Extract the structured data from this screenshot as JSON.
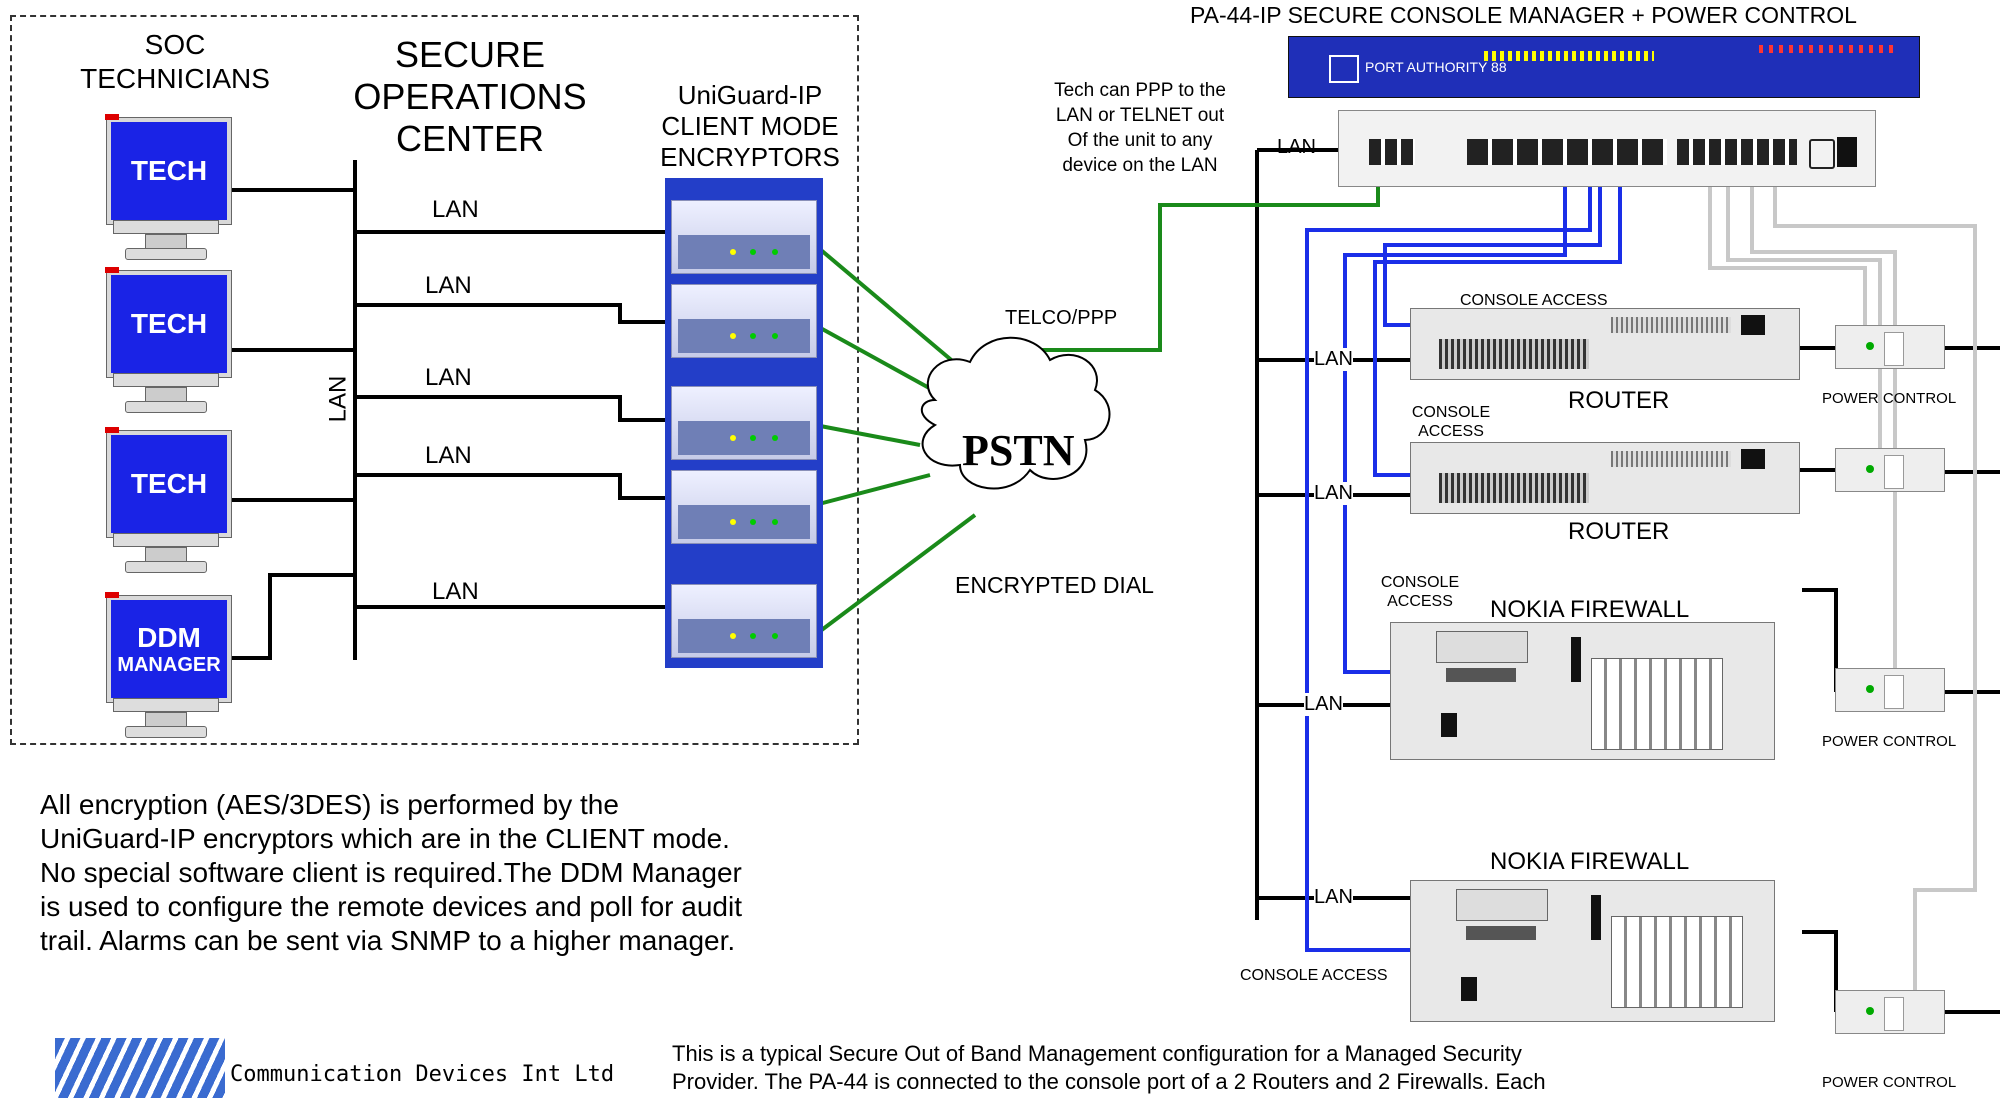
{
  "top_title": "PA-44-IP SECURE CONSOLE MANAGER + POWER CONTROL",
  "soc": {
    "technicians_label": "SOC\nTECHNICIANS",
    "center_label": "SECURE\nOPERATIONS\nCENTER",
    "encryptors_label": "UniGuard-IP\nCLIENT MODE\nENCRYPTORS",
    "vertical_lan": "LAN",
    "monitors": [
      {
        "label": "TECH"
      },
      {
        "label": "TECH"
      },
      {
        "label": "TECH"
      },
      {
        "label": "DDM",
        "sub": "MANAGER"
      }
    ],
    "lan_labels": [
      "LAN",
      "LAN",
      "LAN",
      "LAN",
      "LAN"
    ]
  },
  "pstn": {
    "label": "PSTN",
    "telco": "TELCO/PPP",
    "encrypted_dial": "ENCRYPTED DIAL"
  },
  "pa44": {
    "brand": "PORT AUTHORITY 88",
    "tech_note": "Tech can PPP to the\nLAN or TELNET out\nOf the unit to any\ndevice on the LAN",
    "lan_tag": "LAN"
  },
  "devices": {
    "console_access_1": "CONSOLE ACCESS",
    "router_1": "ROUTER",
    "console_access_2": "CONSOLE\nACCESS",
    "router_2": "ROUTER",
    "console_access_3": "CONSOLE\nACCESS",
    "firewall_1": "NOKIA FIREWALL",
    "firewall_2": "NOKIA FIREWALL",
    "console_access_4": "CONSOLE ACCESS",
    "power_control": [
      "POWER CONTROL",
      "POWER CONTROL",
      "POWER CONTROL"
    ],
    "lan_tags": [
      "LAN",
      "LAN",
      "LAN",
      "LAN"
    ]
  },
  "description": "All encryption (AES/3DES) is performed by the\nUniGuard-IP encryptors which are in the CLIENT mode.\nNo special software client is required.The DDM Manager\nis used to configure the remote devices and poll for audit\ntrail. Alarms can be sent via SNMP to a higher manager.",
  "company": "Communication Devices Int Ltd",
  "footer_text": "This is a typical Secure Out of Band Management configuration for a Managed Security\nProvider. The PA-44 is connected to the console port of a 2 Routers and 2 Firewalls. Each",
  "colors": {
    "screen_blue": "#1a23e6",
    "lan_black": "#000000",
    "phone_green": "#1a8a1a",
    "console_blue": "#1a2ee8",
    "power_gray": "#c8c8c8"
  }
}
